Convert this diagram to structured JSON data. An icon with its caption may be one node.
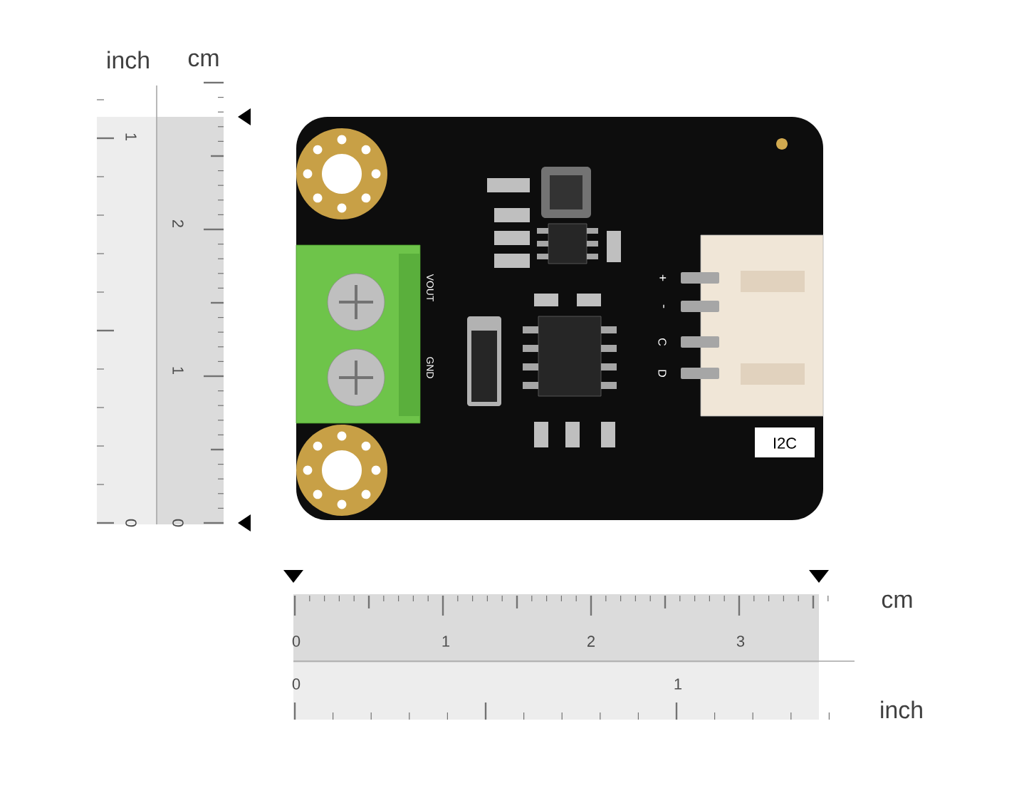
{
  "diagram": {
    "labels": [
      "inch",
      "cm",
      "1",
      "2",
      "1",
      "0",
      "0",
      "VOUT",
      "GND",
      "+",
      "-",
      "C",
      "D",
      "I2C",
      "cm",
      "0",
      "1",
      "2",
      "3",
      "0",
      "1",
      "inch"
    ]
  }
}
